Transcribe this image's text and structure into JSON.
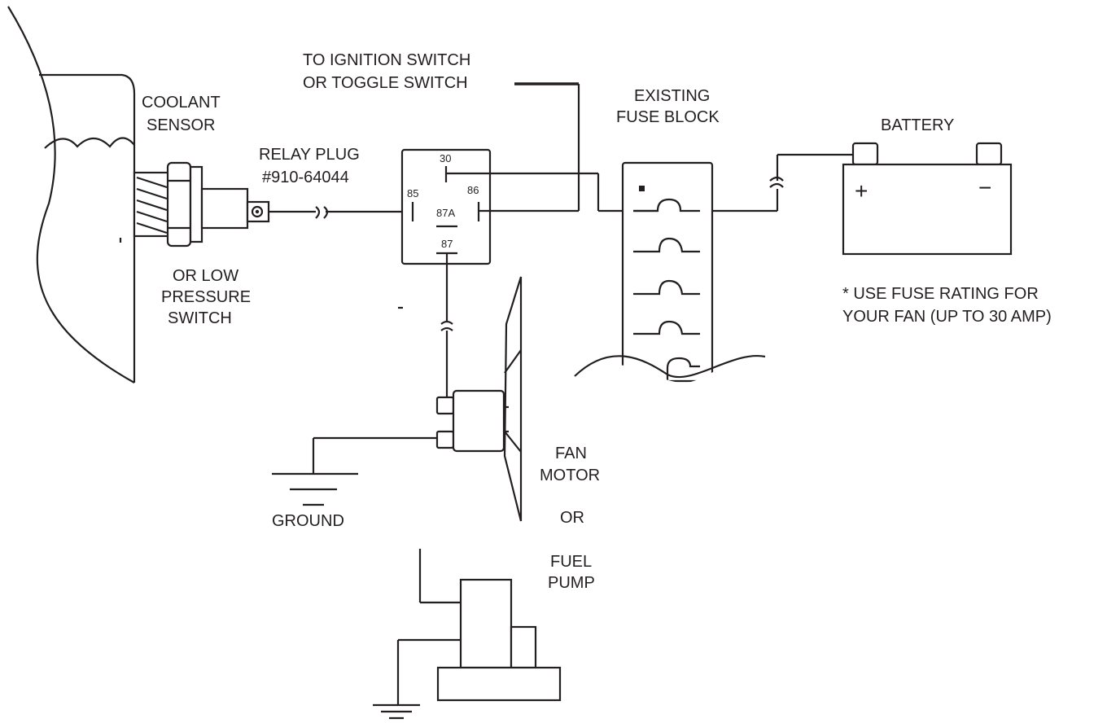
{
  "labels": {
    "ignition_line1": "TO IGNITION SWITCH",
    "ignition_line2": "OR TOGGLE SWITCH",
    "coolant_line1": "COOLANT",
    "coolant_line2": "SENSOR",
    "relay_plug_line1": "RELAY PLUG",
    "relay_plug_line2": "#910-64044",
    "low_pressure_line1": "OR LOW",
    "low_pressure_line2": "PRESSURE",
    "low_pressure_line3": "SWITCH",
    "fuse_block_line1": "EXISTING",
    "fuse_block_line2": "FUSE BLOCK",
    "battery": "BATTERY",
    "fuse_note_line1": "* USE FUSE RATING FOR",
    "fuse_note_line2": "YOUR FAN (UP TO 30 AMP)",
    "fan_motor_line1": "FAN",
    "fan_motor_line2": "MOTOR",
    "or_label": "OR",
    "fuel_pump_line1": "FUEL",
    "fuel_pump_line2": "PUMP",
    "ground": "GROUND"
  },
  "relay_pins": {
    "pin30": "30",
    "pin85": "85",
    "pin86": "86",
    "pin87a": "87A",
    "pin87": "87"
  },
  "battery_symbols": {
    "positive": "+",
    "negative": "−"
  }
}
